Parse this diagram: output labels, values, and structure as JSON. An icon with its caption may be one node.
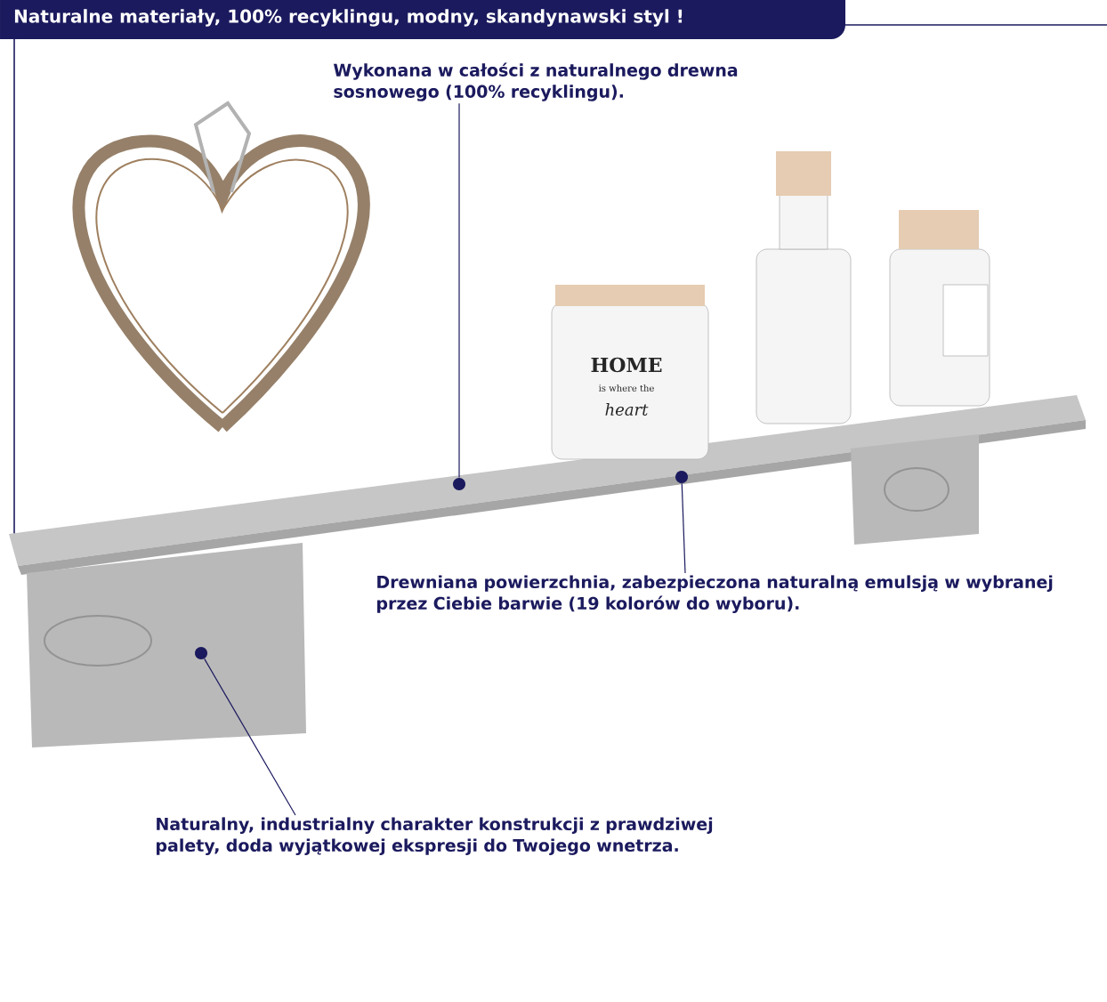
{
  "diagram": {
    "title": "Naturalne materiały, 100% recyklingu, modny, skandynawski styl !",
    "nodes": [
      {
        "text": [
          "Wykonana w całości z naturalnego drewna sosnowego (100% recyklingu)."
        ]
      },
      {
        "text": [
          "Drewniana powierzchnia, zabezpieczona naturalną emulsją w wybranej przez Ciebie barwie (19 kolorów do wyboru)."
        ]
      },
      {
        "text": [
          "Naturalny, industrialny charakter konstrukcji z prawdziwej palety, doda wyjątkowej ekspresji do Twojego wnetrza."
        ]
      },
      {
        "text": [],
        "shape": "circle"
      },
      {
        "text": [],
        "shape": "circle"
      },
      {
        "text": [],
        "shape": "circle"
      }
    ],
    "edges": [
      {
        "from": 0,
        "to": 3,
        "arrow": "none"
      },
      {
        "from": 1,
        "to": 4,
        "arrow": "none"
      },
      {
        "from": 2,
        "to": 5,
        "arrow": "none"
      }
    ],
    "labels": [
      "HOME",
      "is where the",
      "heart"
    ]
  }
}
